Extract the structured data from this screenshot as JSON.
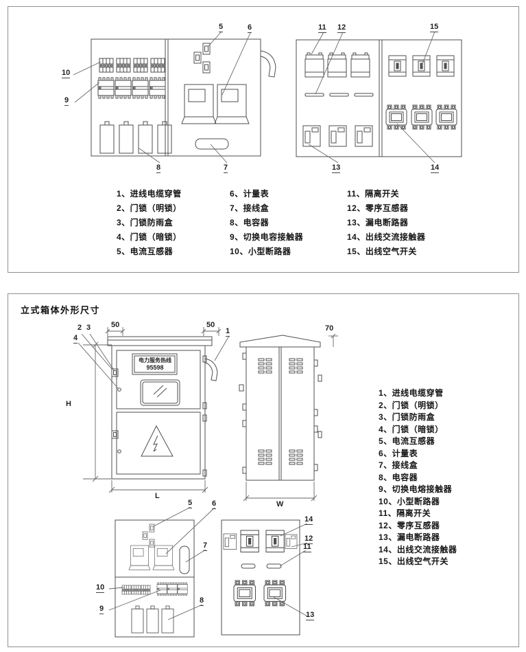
{
  "panel_top": {
    "legend": {
      "col1": [
        "1、进线电缆穿管",
        "2、门锁（明锁）",
        "3、门锁防雨盒",
        "4、门锁（暗锁）",
        "5、电流互感器"
      ],
      "col2": [
        "6、计量表",
        "7、接线盒",
        "8、电容器",
        "9、切换电容接触器",
        "10、小型断路器"
      ],
      "col3": [
        "11、隔离开关",
        "12、零序互感器",
        "13、漏电断路器",
        "14、出线交流接触器",
        "15、出线空气开关"
      ]
    },
    "callouts": {
      "c5": "5",
      "c6": "6",
      "c7": "7",
      "c8": "8",
      "c9": "9",
      "c10": "10",
      "c11": "11",
      "c12": "12",
      "c13": "13",
      "c14": "14",
      "c15": "15"
    }
  },
  "panel_bottom": {
    "title": "立式箱体外形尺寸",
    "hotline": {
      "line1": "电力服务热线",
      "line2": "95598"
    },
    "dimensions": {
      "left_overhang": "50",
      "right_overhang": "50",
      "side_overhang": "70",
      "height": "H",
      "length": "L",
      "width": "W"
    },
    "callouts": {
      "c1": "1",
      "c2": "2",
      "c3": "3",
      "c4": "4",
      "c5": "5",
      "c6": "6",
      "c7": "7",
      "c8": "8",
      "c9": "9",
      "c10": "10",
      "c11": "11",
      "c12": "12",
      "c13": "13",
      "c14": "14"
    },
    "legend": [
      "1、进线电缆穿管",
      "2、门锁（明锁）",
      "3、门锁防雨盒",
      "4、门锁（暗锁）",
      "5、电流互感器",
      "6、计量表",
      "7、接线盒",
      "8、电容器",
      "9、切换电熔接触器",
      "10、小型断路器",
      "11、隔离开关",
      "12、零序互感器",
      "13、漏电断路器",
      "14、出线交流接触器",
      "15、出线空气开关"
    ]
  },
  "colors": {
    "line": "#4d4d4d",
    "panel_border": "#8f8f8f",
    "text": "#141414"
  }
}
